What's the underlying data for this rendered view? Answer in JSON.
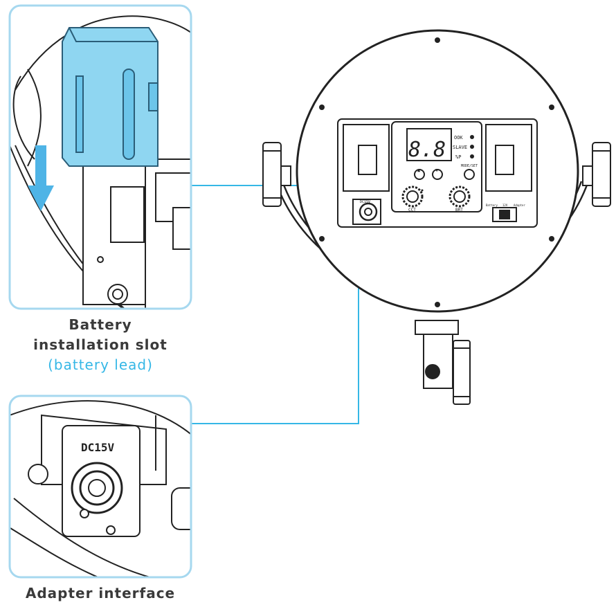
{
  "captions": {
    "battery_line1": "Battery",
    "battery_line2": "installation slot",
    "battery_sub": "(battery lead)",
    "adapter": "Adapter interface"
  },
  "panel": {
    "display_digits": "8.8",
    "label_ook": "OOK",
    "label_slave": "SLAVE",
    "label_p": "%P",
    "label_mode": "MODE/SET",
    "label_cct": "CCT",
    "label_brt": "BRT",
    "label_dc": "DC15V",
    "label_dc_zoom": "DC15V",
    "label_battery": "Battery",
    "label_12v": "12V",
    "label_adapter": "Adapter"
  },
  "colors": {
    "accent": "#35b7e6",
    "line": "#222222",
    "battery_fill": "#8fd6f1",
    "arrow": "#4fb4e6"
  }
}
